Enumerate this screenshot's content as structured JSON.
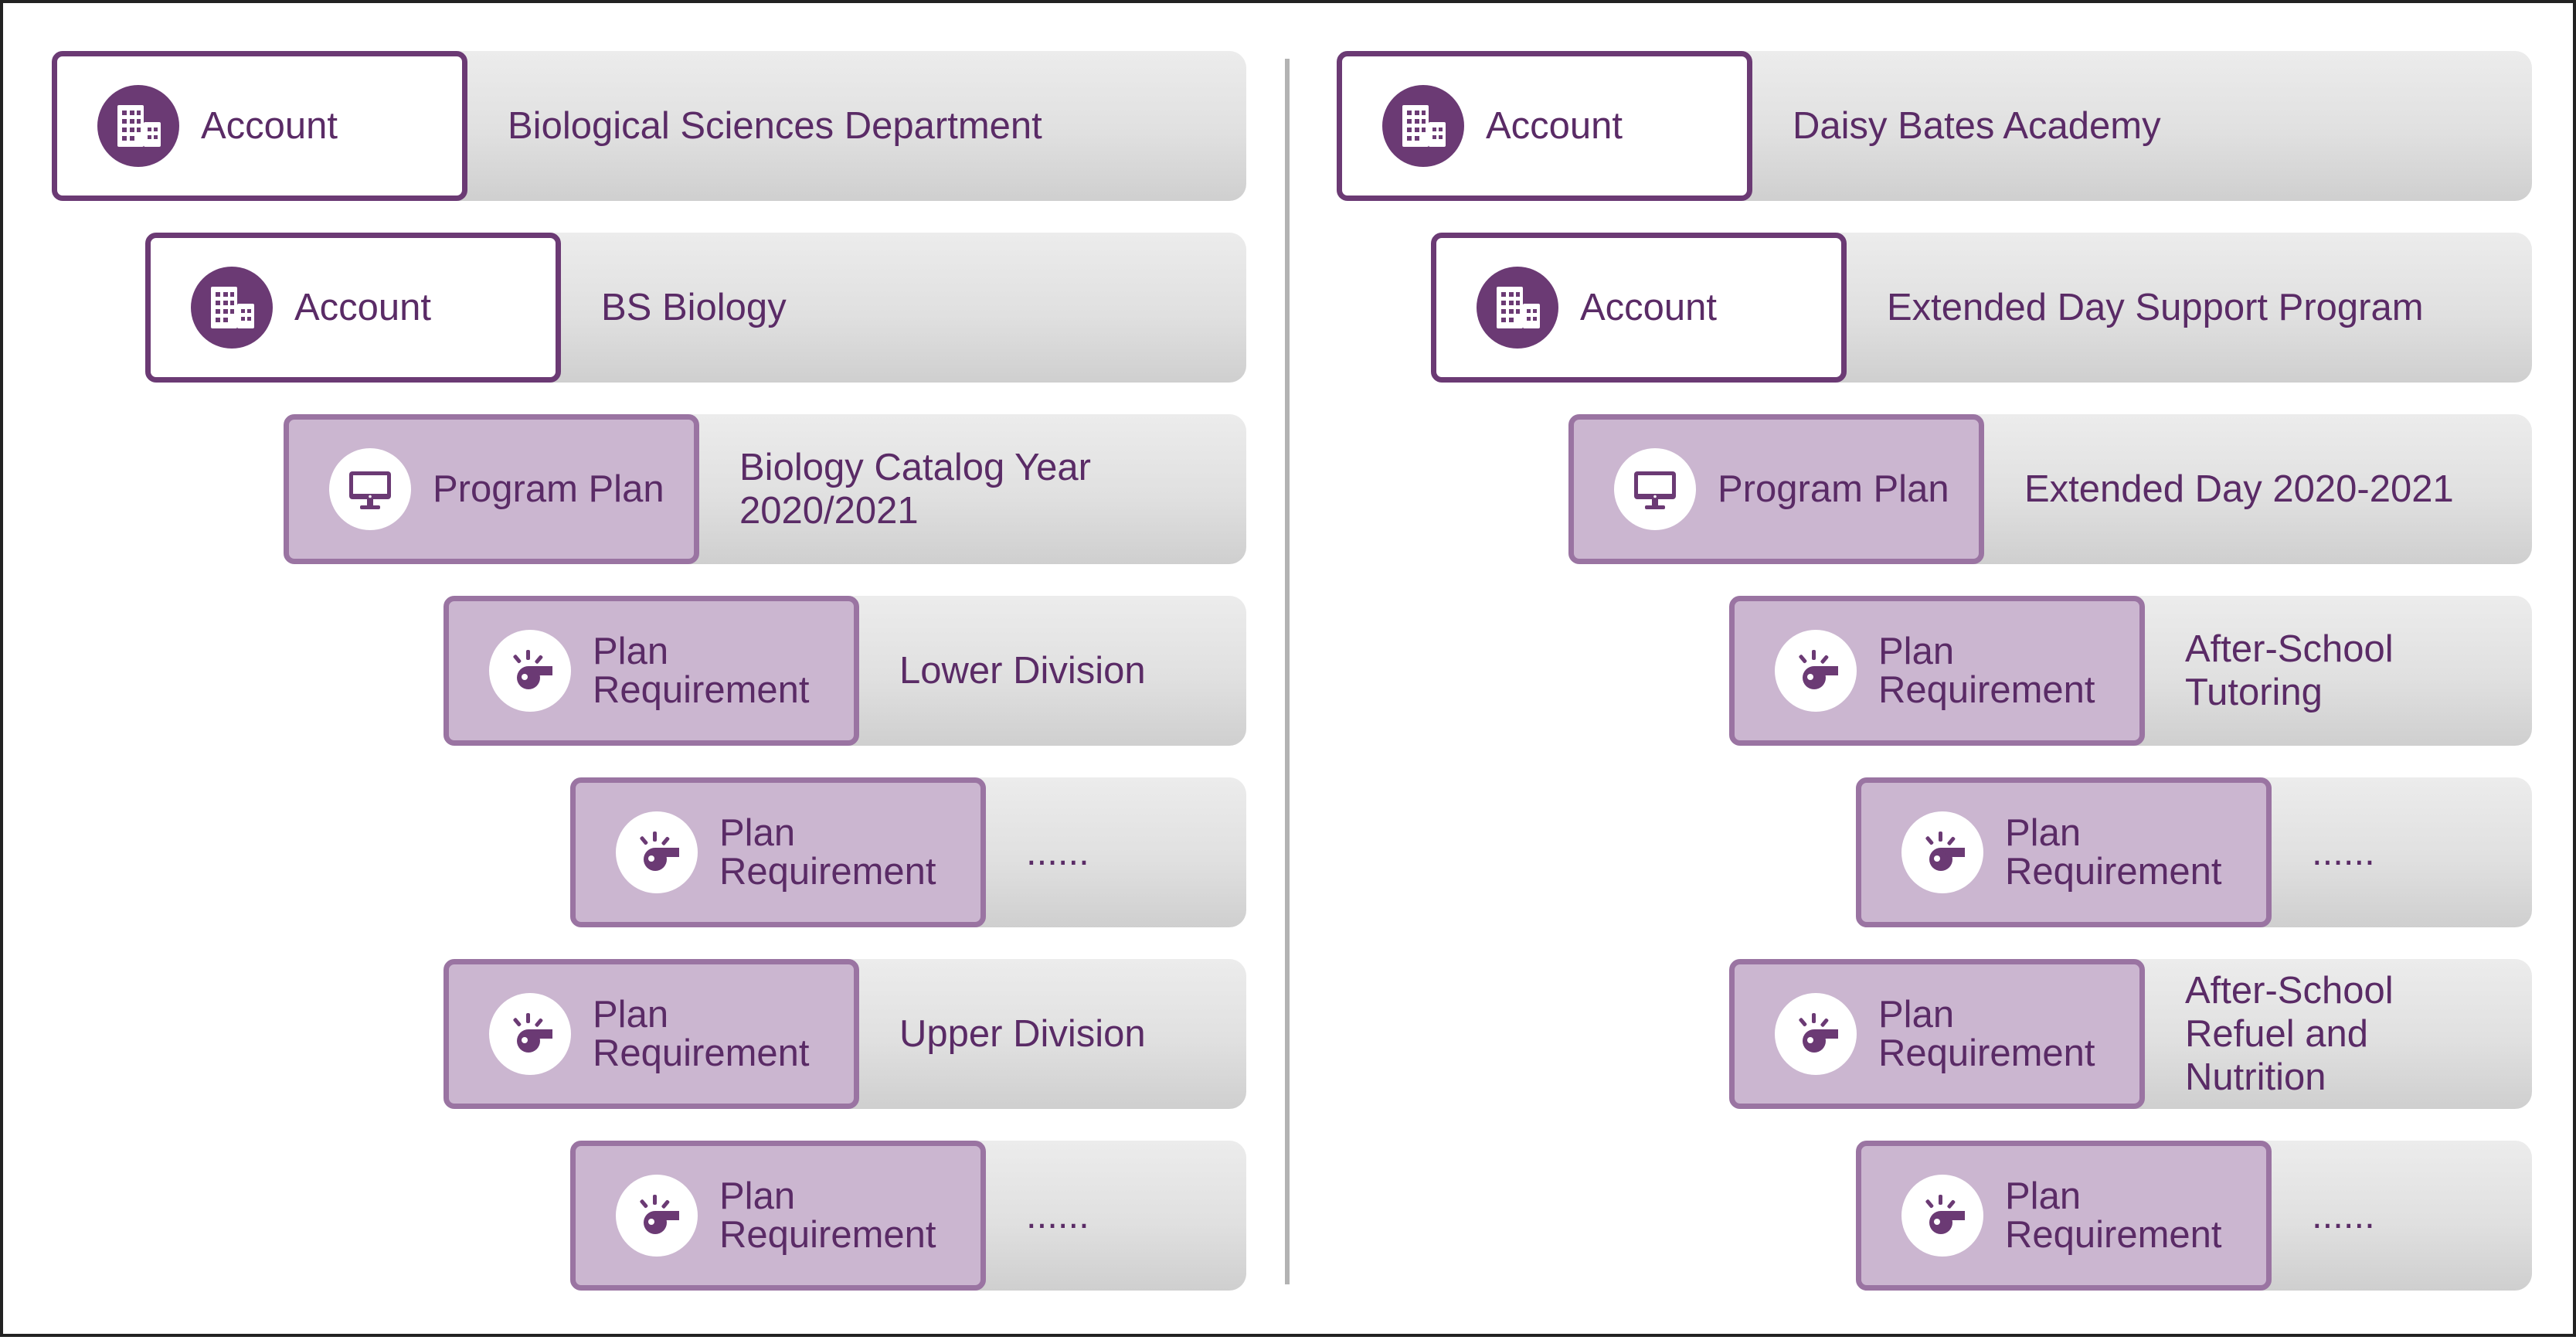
{
  "colors": {
    "primary": "#6b3a74",
    "plan_fill": "#cbb6d0",
    "bar": "#e3e3e3",
    "text": "#5a2b66"
  },
  "icons": {
    "account": "building-icon",
    "program_plan": "desktop-icon",
    "plan_requirement": "whistle-icon"
  },
  "columns": [
    {
      "rows": [
        {
          "type": "account",
          "label": "Account",
          "value": "Biological Sciences Department"
        },
        {
          "type": "account",
          "label": "Account",
          "value": "BS Biology"
        },
        {
          "type": "program_plan",
          "label": "Program Plan",
          "value": "Biology Catalog Year 2020/2021"
        },
        {
          "type": "plan_requirement",
          "label": "Plan Requirement",
          "value": "Lower Division"
        },
        {
          "type": "plan_requirement",
          "label": "Plan Requirement",
          "value": "......"
        },
        {
          "type": "plan_requirement",
          "label": "Plan Requirement",
          "value": "Upper Division"
        },
        {
          "type": "plan_requirement",
          "label": "Plan Requirement",
          "value": "......"
        }
      ]
    },
    {
      "rows": [
        {
          "type": "account",
          "label": "Account",
          "value": "Daisy Bates Academy"
        },
        {
          "type": "account",
          "label": "Account",
          "value": "Extended Day Support Program"
        },
        {
          "type": "program_plan",
          "label": "Program Plan",
          "value": "Extended Day 2020-2021"
        },
        {
          "type": "plan_requirement",
          "label": "Plan Requirement",
          "value": "After-School Tutoring"
        },
        {
          "type": "plan_requirement",
          "label": "Plan Requirement",
          "value": "......"
        },
        {
          "type": "plan_requirement",
          "label": "Plan Requirement",
          "value": "After-School Refuel and Nutrition"
        },
        {
          "type": "plan_requirement",
          "label": "Plan Requirement",
          "value": "......"
        }
      ]
    }
  ]
}
